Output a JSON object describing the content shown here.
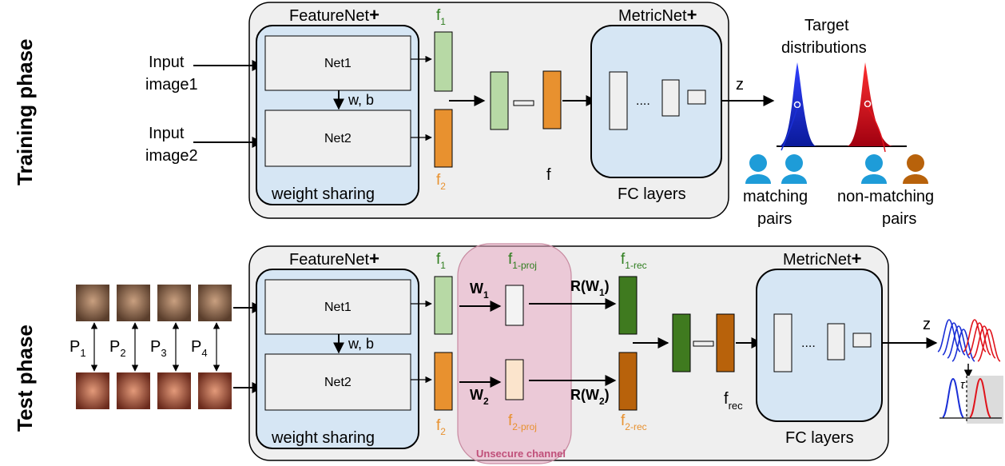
{
  "phases": {
    "training": "Training phase",
    "test": "Test phase"
  },
  "training": {
    "input1": [
      "Input",
      "image1"
    ],
    "input2": [
      "Input",
      "image2"
    ],
    "featurenet": "FeatureNet",
    "metricnet": "MetricNet",
    "net1": "Net1",
    "net2": "Net2",
    "wb": "w, b",
    "weight_sharing": "weight sharing",
    "fc_layers": "FC layers",
    "f1": "f",
    "f1_sub": "1",
    "f2": "f",
    "f2_sub": "2",
    "f": "f",
    "dots": "....",
    "z": "z",
    "target": [
      "Target",
      "distributions"
    ],
    "matching": [
      "matching",
      "pairs"
    ],
    "nonmatching": [
      "non-matching",
      "pairs"
    ]
  },
  "test": {
    "featurenet": "FeatureNet",
    "metricnet": "MetricNet",
    "net1": "Net1",
    "net2": "Net2",
    "wb": "w, b",
    "weight_sharing": "weight sharing",
    "fc_layers": "FC layers",
    "pairs": [
      {
        "label": "P",
        "sub": "1"
      },
      {
        "label": "P",
        "sub": "2"
      },
      {
        "label": "P",
        "sub": "3"
      },
      {
        "label": "P",
        "sub": "4"
      }
    ],
    "f1": "f",
    "f1_sub": "1",
    "f2": "f",
    "f2_sub": "2",
    "f1proj": "f",
    "f1proj_sub": "1-proj",
    "f2proj": "f",
    "f2proj_sub": "2-proj",
    "W1": "W",
    "W1_sub": "1",
    "W2": "W",
    "W2_sub": "2",
    "R1": "R(W",
    "R1_sub": "1",
    "R1_end": ")",
    "R2": "R(W",
    "R2_sub": "2",
    "R2_end": ")",
    "f1rec": "f",
    "f1rec_sub": "1-rec",
    "f2rec": "f",
    "f2rec_sub": "2-rec",
    "frec": "f",
    "frec_sub": "rec",
    "dots": "....",
    "z": "z",
    "tau": "τ",
    "unsecure": "Unsecure channel"
  },
  "colors": {
    "panel": "#efefef",
    "net_bg": "#d6e6f4",
    "green_light": "#b7d9a5",
    "orange": "#e8912f",
    "green_dark": "#3f7a1f",
    "brown": "#b8620b",
    "pink": "#f0c6d6",
    "f1_label": "#2e7d1e",
    "f2_label": "#e8912f",
    "unsecure_label": "#c0507a",
    "blue_dist": "#1a2fd6",
    "red_dist": "#e0141c"
  }
}
